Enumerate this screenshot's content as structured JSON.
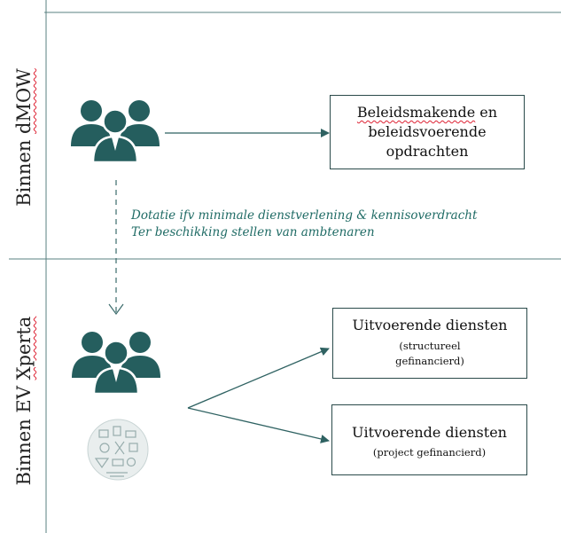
{
  "lanes": {
    "top": {
      "label": "Binnen dMOW",
      "squiggle_part": "dMOW"
    },
    "bottom": {
      "label": "Binnen EV Xperta",
      "squiggle_part": "Xperta"
    }
  },
  "boxes": {
    "policy": {
      "line1_a": "Beleidsmakende",
      "line1_b": " en",
      "line2": "beleidsvoerende",
      "line3": "opdrachten"
    },
    "structural": {
      "title": "Uitvoerende diensten",
      "sub1": "(structureel",
      "sub2": "gefinancierd)"
    },
    "project": {
      "title": "Uitvoerende diensten",
      "sub1": "(project gefinancierd)"
    }
  },
  "notes": {
    "line1": "Dotatie ifv minimale dienstverlening & kennisoverdracht",
    "line2": "Ter beschikking stellen van ambtenaren"
  },
  "icons": {
    "top_group": "people-group-icon",
    "bottom_group": "people-group-icon",
    "services_circle": "services-collage-icon"
  },
  "colors": {
    "teal": "#255e5e",
    "lines": "#3b6b6b",
    "note": "#1f6b65",
    "squiggle": "#dd2222"
  }
}
